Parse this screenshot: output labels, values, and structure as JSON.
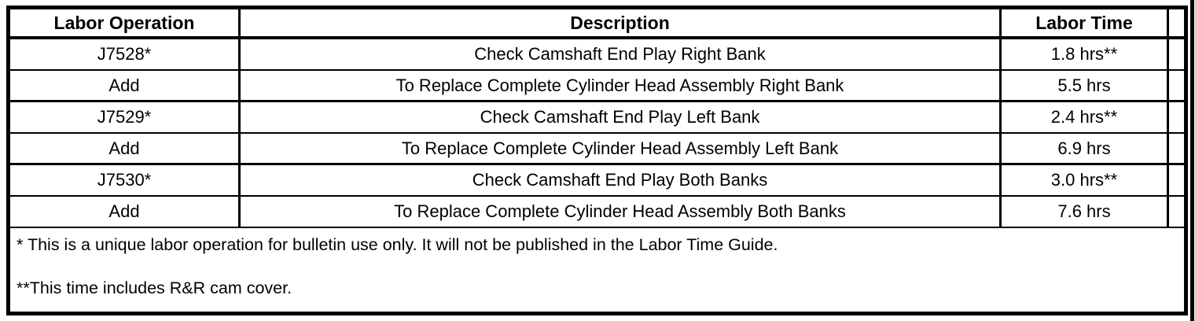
{
  "colors": {
    "border": "#000000",
    "background": "#ffffff",
    "text": "#000000"
  },
  "table": {
    "headers": {
      "labor_operation": "Labor Operation",
      "description": "Description",
      "labor_time": "Labor Time"
    },
    "rows": [
      {
        "labor_operation": "J7528*",
        "description": "Check Camshaft End Play Right Bank",
        "labor_time": "1.8 hrs**"
      },
      {
        "labor_operation": "Add",
        "description": "To Replace Complete Cylinder Head Assembly Right Bank",
        "labor_time": "5.5 hrs"
      },
      {
        "labor_operation": "J7529*",
        "description": "Check Camshaft End Play Left Bank",
        "labor_time": "2.4 hrs**"
      },
      {
        "labor_operation": "Add",
        "description": "To Replace Complete Cylinder Head Assembly Left Bank",
        "labor_time": "6.9 hrs"
      },
      {
        "labor_operation": "J7530*",
        "description": "Check Camshaft End Play Both Banks",
        "labor_time": "3.0 hrs**"
      },
      {
        "labor_operation": "Add",
        "description": "To Replace Complete Cylinder Head Assembly Both Banks",
        "labor_time": "7.6 hrs"
      }
    ],
    "footnotes": [
      "* This is a unique labor operation for bulletin use only. It will not be published in the Labor Time Guide.",
      "**This time includes R&R cam cover."
    ]
  }
}
